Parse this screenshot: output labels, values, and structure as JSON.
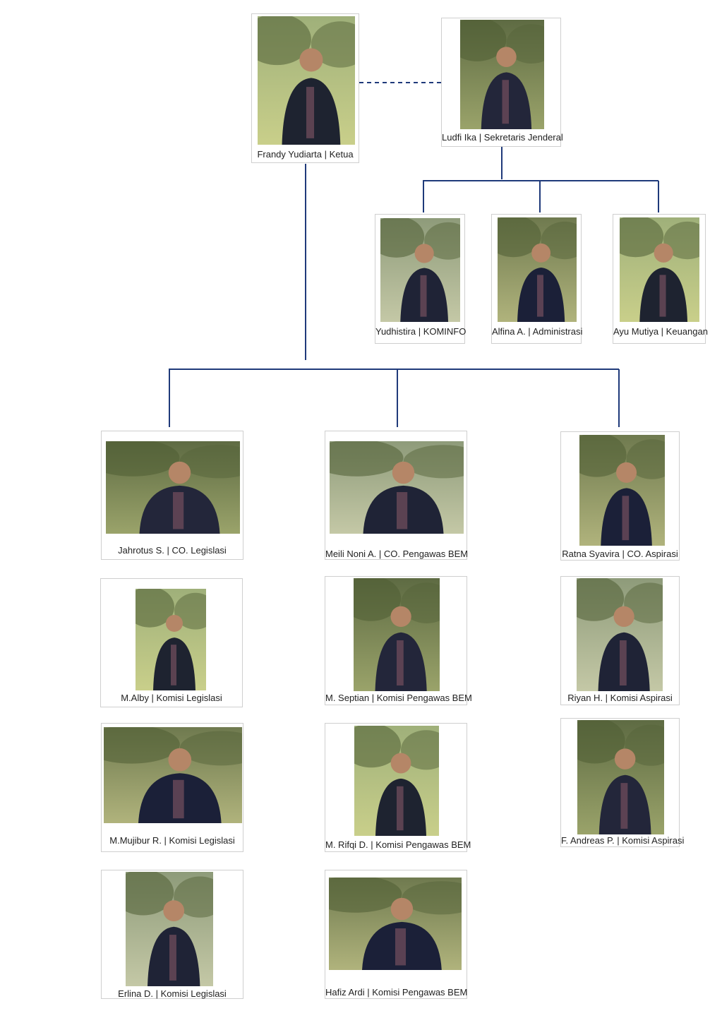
{
  "org_chart": {
    "colors": {
      "connector": "#1f3a7a",
      "card_border": "#cfcfcf"
    },
    "members": [
      {
        "id": "ketua",
        "name": "Frandy Yudiarta | Ketua",
        "photo_icon": "person-photo"
      },
      {
        "id": "sekjen",
        "name": "Ludfi Ika | Sekretaris Jenderal",
        "photo_icon": "person-photo"
      },
      {
        "id": "kominfo",
        "name": "Yudhistira | KOMINFO",
        "photo_icon": "person-photo"
      },
      {
        "id": "administrasi",
        "name": "Alfina A. | Administrasi",
        "photo_icon": "person-photo"
      },
      {
        "id": "keuangan",
        "name": "Ayu Mutiya | Keuangan",
        "photo_icon": "person-photo"
      },
      {
        "id": "co-legislasi",
        "name": "Jahrotus S. | CO. Legislasi",
        "photo_icon": "person-photo"
      },
      {
        "id": "co-pengawas",
        "name": "Meili Noni A. | CO. Pengawas BEM",
        "photo_icon": "person-photo"
      },
      {
        "id": "co-aspirasi",
        "name": "Ratna Syavira | CO. Aspirasi",
        "photo_icon": "person-photo"
      },
      {
        "id": "legislasi-1",
        "name": "M.Alby | Komisi Legislasi",
        "photo_icon": "person-photo"
      },
      {
        "id": "pengawas-1",
        "name": "M. Septian | Komisi Pengawas BEM",
        "photo_icon": "person-photo"
      },
      {
        "id": "aspirasi-1",
        "name": "Riyan H. | Komisi Aspirasi",
        "photo_icon": "person-photo"
      },
      {
        "id": "legislasi-2",
        "name": "M.Mujibur R. | Komisi Legislasi",
        "photo_icon": "person-photo"
      },
      {
        "id": "pengawas-2",
        "name": "M. Rifqi D. | Komisi Pengawas BEM",
        "photo_icon": "person-photo"
      },
      {
        "id": "aspirasi-2",
        "name": "F. Andreas P. | Komisi Aspirasi",
        "photo_icon": "person-photo"
      },
      {
        "id": "legislasi-3",
        "name": "Erlina D. | Komisi Legislasi",
        "photo_icon": "person-photo"
      },
      {
        "id": "pengawas-3",
        "name": "Hafiz Ardi | Komisi Pengawas BEM",
        "photo_icon": "person-photo"
      }
    ]
  }
}
